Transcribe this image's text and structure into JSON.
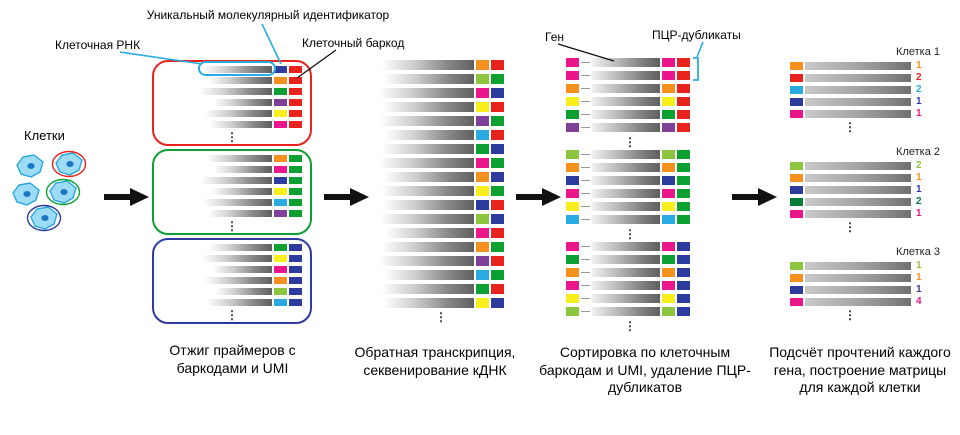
{
  "labels": {
    "cells": "Клетки",
    "umi": "Уникальный молекулярный идентификатор",
    "cell_rna": "Клеточная РНК",
    "cell_barcode": "Клеточный баркод",
    "gene": "Ген",
    "pcr_duplicates": "ПЦР-дубликаты",
    "ellipsis": "⋮"
  },
  "captions": {
    "step1": "Отжиг праймеров с баркодами и UMI",
    "step2": "Обратная транскрипция, секвенирование кДНК",
    "step3": "Сортировка по клеточным баркодам и UMI, удаление ПЦР-дубликатов",
    "step4": "Подсчёт прочтений каждого гена, построение матрицы для каждой клетки"
  },
  "colors": {
    "highlight_cyan": "#29abe2",
    "barcode_red": "#e8231d",
    "barcode_green": "#0ca033",
    "barcode_blue": "#2d3a9e",
    "arrow_black": "#111111"
  },
  "panel1": {
    "groups": [
      {
        "id": "red",
        "border": "#e8231d",
        "barcode": "#e8231d",
        "rows": [
          {
            "umi": "#2d3a9e",
            "w": 70
          },
          {
            "umi": "#f6901e",
            "w": 64
          },
          {
            "umi": "#0ca033",
            "w": 72
          },
          {
            "umi": "#7f3f98",
            "w": 58
          },
          {
            "umi": "#f8ef1c",
            "w": 67
          },
          {
            "umi": "#ec168c",
            "w": 62
          }
        ]
      },
      {
        "id": "green",
        "border": "#0ca033",
        "barcode": "#0ca033",
        "rows": [
          {
            "umi": "#f6901e",
            "w": 66
          },
          {
            "umi": "#ec168c",
            "w": 58
          },
          {
            "umi": "#2d3a9e",
            "w": 71
          },
          {
            "umi": "#f8ef1c",
            "w": 61
          },
          {
            "umi": "#29abe2",
            "w": 69
          },
          {
            "umi": "#7f3f98",
            "w": 64
          }
        ]
      },
      {
        "id": "blue",
        "border": "#2d3a9e",
        "barcode": "#2d3a9e",
        "rows": [
          {
            "umi": "#0ca033",
            "w": 63
          },
          {
            "umi": "#f8ef1c",
            "w": 70
          },
          {
            "umi": "#ec168c",
            "w": 60
          },
          {
            "umi": "#f6901e",
            "w": 68
          },
          {
            "umi": "#8cc63e",
            "w": 57
          },
          {
            "umi": "#29abe2",
            "w": 65
          }
        ]
      }
    ]
  },
  "panel2": {
    "rows": [
      {
        "umi": "#f6901e",
        "barcode": "#e8231d",
        "w": 93
      },
      {
        "umi": "#8cc63e",
        "barcode": "#0ca033",
        "w": 90
      },
      {
        "umi": "#ec168c",
        "barcode": "#2d3a9e",
        "w": 95
      },
      {
        "umi": "#f8ef1c",
        "barcode": "#e8231d",
        "w": 91
      },
      {
        "umi": "#7f3f98",
        "barcode": "#0ca033",
        "w": 94
      },
      {
        "umi": "#29abe2",
        "barcode": "#e8231d",
        "w": 89
      },
      {
        "umi": "#0ca033",
        "barcode": "#2d3a9e",
        "w": 92
      },
      {
        "umi": "#ec168c",
        "barcode": "#0ca033",
        "w": 95
      },
      {
        "umi": "#f6901e",
        "barcode": "#2d3a9e",
        "w": 90
      },
      {
        "umi": "#f8ef1c",
        "barcode": "#0ca033",
        "w": 93
      },
      {
        "umi": "#2d3a9e",
        "barcode": "#e8231d",
        "w": 91
      },
      {
        "umi": "#8cc63e",
        "barcode": "#2d3a9e",
        "w": 94
      },
      {
        "umi": "#ec168c",
        "barcode": "#e8231d",
        "w": 89
      },
      {
        "umi": "#f6901e",
        "barcode": "#0ca033",
        "w": 92
      },
      {
        "umi": "#7f3f98",
        "barcode": "#e8231d",
        "w": 95
      },
      {
        "umi": "#29abe2",
        "barcode": "#0ca033",
        "w": 90
      },
      {
        "umi": "#0ca033",
        "barcode": "#e8231d",
        "w": 93
      },
      {
        "umi": "#f8ef1c",
        "barcode": "#2d3a9e",
        "w": 91
      }
    ]
  },
  "panel3": {
    "groups": [
      {
        "id": "cell-red",
        "barcode": "#e8231d",
        "rows": [
          {
            "umi": "#ec168c",
            "dup": true
          },
          {
            "umi": "#ec168c",
            "dup": true
          },
          {
            "umi": "#f6901e"
          },
          {
            "umi": "#f8ef1c"
          },
          {
            "umi": "#0ca033"
          },
          {
            "umi": "#7f3f98"
          }
        ]
      },
      {
        "id": "cell-green",
        "barcode": "#0ca033",
        "rows": [
          {
            "umi": "#8cc63e"
          },
          {
            "umi": "#f6901e"
          },
          {
            "umi": "#2d3a9e"
          },
          {
            "umi": "#ec168c"
          },
          {
            "umi": "#f8ef1c"
          },
          {
            "umi": "#29abe2"
          }
        ]
      },
      {
        "id": "cell-blue",
        "barcode": "#2d3a9e",
        "rows": [
          {
            "umi": "#ec168c"
          },
          {
            "umi": "#0ca033"
          },
          {
            "umi": "#f6901e"
          },
          {
            "umi": "#ec168c"
          },
          {
            "umi": "#f8ef1c"
          },
          {
            "umi": "#8cc63e"
          }
        ]
      }
    ]
  },
  "panel4": {
    "cells": [
      {
        "title": "Клетка 1",
        "rows": [
          {
            "color": "#f6901e",
            "count": "1"
          },
          {
            "color": "#e8231d",
            "count": "2"
          },
          {
            "color": "#29abe2",
            "count": "2"
          },
          {
            "color": "#2d3a9e",
            "count": "1"
          },
          {
            "color": "#ec168c",
            "count": "1"
          }
        ]
      },
      {
        "title": "Клетка 2",
        "rows": [
          {
            "color": "#8cc63e",
            "count": "2"
          },
          {
            "color": "#f6901e",
            "count": "1"
          },
          {
            "color": "#2d3a9e",
            "count": "1"
          },
          {
            "color": "#067c36",
            "count": "2"
          },
          {
            "color": "#ec168c",
            "count": "1"
          }
        ]
      },
      {
        "title": "Клетка 3",
        "rows": [
          {
            "color": "#8cc63e",
            "count": "1"
          },
          {
            "color": "#f6901e",
            "count": "1"
          },
          {
            "color": "#2d3a9e",
            "count": "1"
          },
          {
            "color": "#ec168c",
            "count": "4"
          }
        ]
      }
    ]
  }
}
